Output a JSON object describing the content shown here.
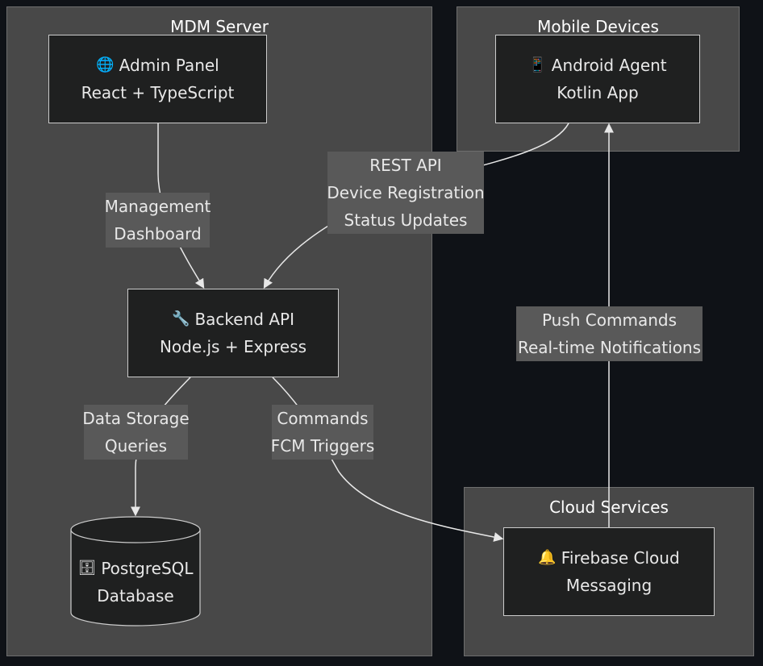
{
  "clusters": {
    "mdm_server": {
      "title": "MDM Server"
    },
    "mobile_devices": {
      "title": "Mobile Devices"
    },
    "cloud_services": {
      "title": "Cloud Services"
    }
  },
  "nodes": {
    "admin_panel": {
      "icon": "🌐",
      "line1": "Admin Panel",
      "line2": "React + TypeScript"
    },
    "android_agent": {
      "icon": "📱",
      "line1": "Android Agent",
      "line2": "Kotlin App"
    },
    "backend_api": {
      "icon": "🔧",
      "line1": "Backend API",
      "line2": "Node.js + Express"
    },
    "postgres": {
      "icon": "🗄",
      "line1": "PostgreSQL",
      "line2": "Database"
    },
    "firebase": {
      "icon": "🔔",
      "line1": "Firebase Cloud",
      "line2": "Messaging"
    }
  },
  "edges": {
    "management": {
      "line1": "Management",
      "line2": "Dashboard"
    },
    "rest_api": {
      "line1": "REST API",
      "line2": "Device Registration",
      "line3": "Status Updates"
    },
    "push": {
      "line1": "Push Commands",
      "line2": "Real-time Notifications"
    },
    "data_storage": {
      "line1": "Data Storage",
      "line2": "Queries"
    },
    "commands": {
      "line1": "Commands",
      "line2": "FCM Triggers"
    }
  }
}
